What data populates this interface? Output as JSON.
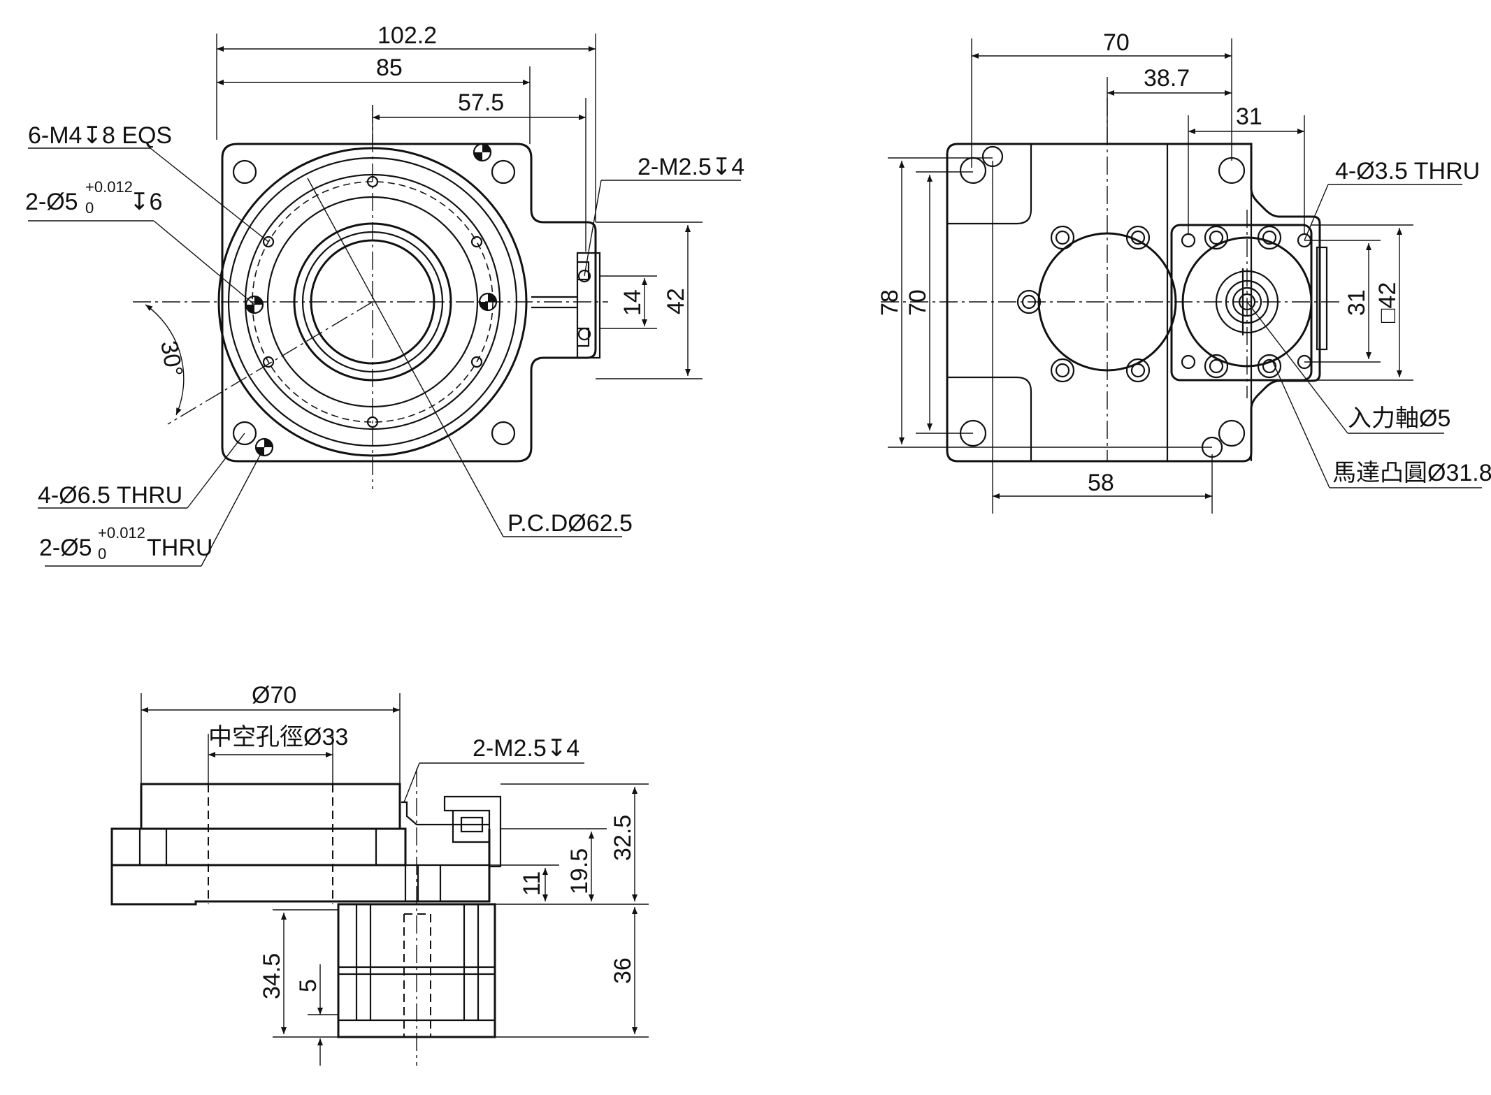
{
  "front_view": {
    "dims": {
      "overall_width": "102.2",
      "body_width": "85",
      "half_width": "57.5",
      "flange_height": "42",
      "tab_height": "14",
      "angle": "30°",
      "pcd": "P.C.DØ62.5"
    },
    "callouts": {
      "tapped_holes": "6-M4↧8 EQS",
      "dowel_blind_base": "2-Ø5",
      "dowel_blind_tol_upper": "+0.012",
      "dowel_blind_tol_lower": "0",
      "dowel_blind_depth": "↧6",
      "mount_holes": "4-Ø6.5 THRU",
      "dowel_thru_base": "2-Ø5",
      "dowel_thru_tol_upper": "+0.012",
      "dowel_thru_tol_lower": "0",
      "dowel_thru_suffix": "THRU",
      "sensor_taps": "2-M2.5↧4"
    }
  },
  "rear_view": {
    "dims": {
      "width": "70",
      "offset": "38.7",
      "motor_pitch": "31",
      "height_outer": "78",
      "height_inner": "70",
      "bottom_width": "58",
      "motor_square_pitch": "31",
      "motor_square": "□42"
    },
    "callouts": {
      "motor_holes": "4-Ø3.5 THRU",
      "input_shaft": "入力軸Ø5",
      "motor_pilot": "馬達凸圓Ø31.8"
    }
  },
  "side_view": {
    "dims": {
      "table_dia": "Ø70",
      "hollow_bore": "中空孔徑Ø33",
      "overall_height": "32.5",
      "base_height": "19.5",
      "flange_thickness": "11",
      "motor_length": "36",
      "shaft_length": "34.5",
      "shaft_step": "5"
    },
    "callouts": {
      "sensor_taps": "2-M2.5↧4"
    }
  }
}
